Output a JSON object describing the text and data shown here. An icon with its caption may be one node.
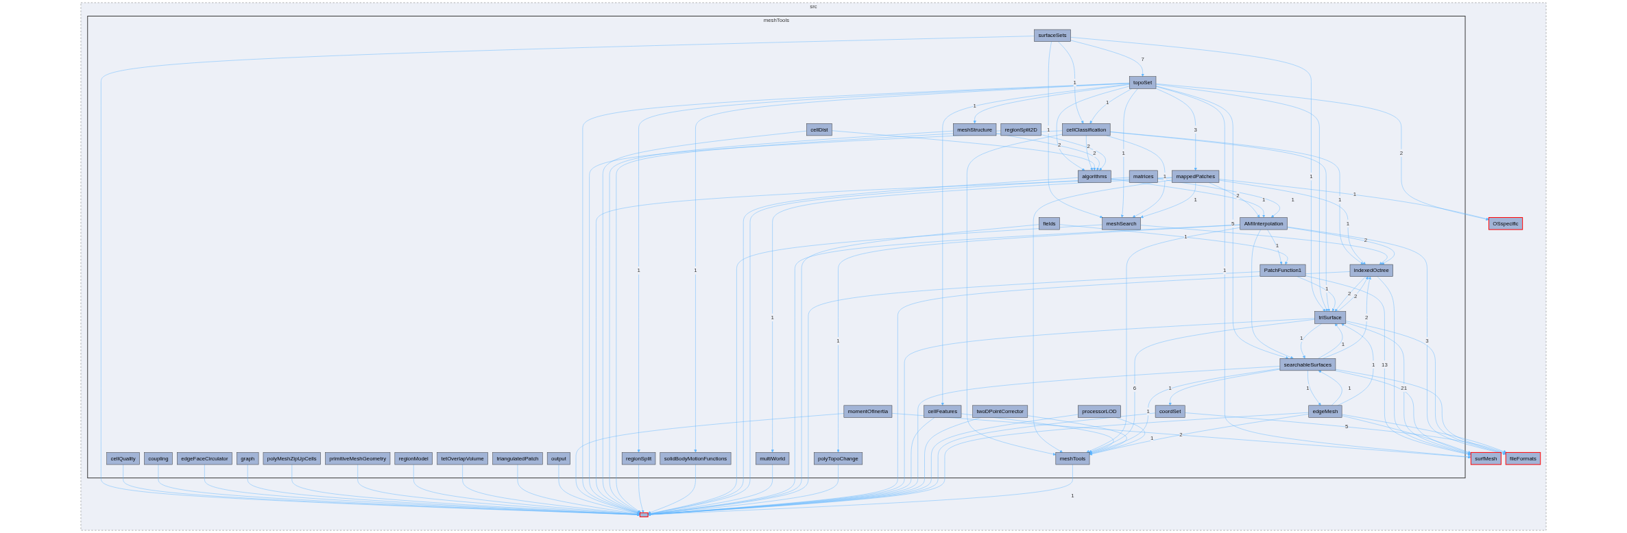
{
  "diagram": {
    "nodes": [
      {
        "text": [
          "src"
        ]
      },
      {
        "text": [
          "meshTools"
        ],
        "in": 0
      },
      {
        "text": [
          "surfaceSets"
        ],
        "in": 1
      },
      {
        "text": [
          "cellQuality"
        ],
        "in": 1
      },
      {
        "text": [
          "coupling"
        ],
        "in": 1
      },
      {
        "text": [
          "edgeFaceCirculator"
        ],
        "in": 1
      },
      {
        "text": [
          "graph"
        ],
        "in": 1
      },
      {
        "text": [
          "polyMeshZipUpCells"
        ],
        "in": 1
      },
      {
        "text": [
          "primitiveMeshGeometry"
        ],
        "in": 1
      },
      {
        "text": [
          "regionModel"
        ],
        "in": 1
      },
      {
        "text": [
          "tetOverlapVolume"
        ],
        "in": 1
      },
      {
        "text": [
          "triangulatedPatch"
        ],
        "in": 1
      },
      {
        "text": [
          "output"
        ],
        "in": 1
      },
      {
        "text": [
          "momentOfInertia"
        ],
        "in": 1
      },
      {
        "text": [
          "topoSet"
        ],
        "in": 1
      },
      {
        "text": [
          "cellClassification"
        ],
        "in": 1
      },
      {
        "text": [
          "mappedPatches"
        ],
        "in": 1
      },
      {
        "text": [
          "cellDist"
        ],
        "in": 1
      },
      {
        "text": [
          "meshStructure"
        ],
        "in": 1
      },
      {
        "text": [
          "regionSplit2D"
        ],
        "in": 1
      },
      {
        "text": [
          "regionSplit"
        ],
        "in": 1
      },
      {
        "text": [
          "solidBodyMotionFunctions"
        ],
        "in": 1
      },
      {
        "text": [
          "meshSearch"
        ],
        "in": 1
      },
      {
        "text": [
          "algorithms"
        ],
        "in": 1
      },
      {
        "text": [
          "matrices"
        ],
        "in": 1
      },
      {
        "text": [
          "multiWorld"
        ],
        "in": 1
      },
      {
        "text": [
          "AMIInterpolation"
        ],
        "in": 1
      },
      {
        "text": [
          "fields"
        ],
        "in": 1
      },
      {
        "text": [
          "PatchFunction1"
        ],
        "in": 1
      },
      {
        "text": [
          "polyTopoChange"
        ],
        "in": 1
      },
      {
        "text": [
          "indexedOctree"
        ],
        "in": 1
      },
      {
        "text": [
          "triSurface"
        ],
        "in": 1
      },
      {
        "text": [
          "cellFeatures"
        ],
        "in": 1
      },
      {
        "text": [
          "searchableSurfaces"
        ],
        "in": 1
      },
      {
        "text": [
          "twoDPointCorrector"
        ],
        "in": 1
      },
      {
        "text": [
          "processorLOD"
        ],
        "in": 1
      },
      {
        "text": [
          "coordSet"
        ],
        "in": 1
      },
      {
        "text": [
          "edgeMesh"
        ],
        "in": 1
      },
      {
        "text": [
          "meshTools"
        ],
        "in": 1
      },
      {
        "text": [
          "OSspecific"
        ],
        "in": 0
      },
      {
        "text": [],
        "shape": "box",
        "in": 0
      },
      {
        "text": [
          "fileFormats"
        ],
        "in": 0
      },
      {
        "text": [
          "surfMesh"
        ],
        "in": 0
      }
    ],
    "edges": [
      {
        "from": 2,
        "to": 14,
        "arrow": "to",
        "label": "7"
      },
      {
        "from": 2,
        "to": 15,
        "arrow": "to",
        "label": "1"
      },
      {
        "from": 2,
        "to": 22,
        "arrow": "to",
        "label": "1"
      },
      {
        "from": 2,
        "to": 31,
        "arrow": "to",
        "label": "1"
      },
      {
        "from": 2,
        "to": 40,
        "arrow": "to"
      },
      {
        "from": 3,
        "to": 40,
        "arrow": "to"
      },
      {
        "from": 4,
        "to": 40,
        "arrow": "to"
      },
      {
        "from": 5,
        "to": 40,
        "arrow": "to"
      },
      {
        "from": 6,
        "to": 40,
        "arrow": "to"
      },
      {
        "from": 7,
        "to": 40,
        "arrow": "to"
      },
      {
        "from": 8,
        "to": 40,
        "arrow": "to"
      },
      {
        "from": 9,
        "to": 40,
        "arrow": "to"
      },
      {
        "from": 10,
        "to": 40,
        "arrow": "to"
      },
      {
        "from": 11,
        "to": 40,
        "arrow": "to"
      },
      {
        "from": 12,
        "to": 40,
        "arrow": "to"
      },
      {
        "from": 13,
        "to": 40,
        "arrow": "to"
      },
      {
        "from": 13,
        "to": 42,
        "arrow": "to",
        "label": "2"
      },
      {
        "from": 14,
        "to": 15,
        "arrow": "to",
        "label": "1"
      },
      {
        "from": 14,
        "to": 16,
        "arrow": "to",
        "label": "3"
      },
      {
        "from": 14,
        "to": 18,
        "arrow": "to",
        "label": "1"
      },
      {
        "from": 14,
        "to": 22,
        "arrow": "to",
        "label": "1"
      },
      {
        "from": 14,
        "to": 23,
        "arrow": "to"
      },
      {
        "from": 14,
        "to": 20,
        "arrow": "to",
        "label": "1"
      },
      {
        "from": 14,
        "to": 21,
        "arrow": "to",
        "label": "1"
      },
      {
        "from": 14,
        "to": 39,
        "arrow": "to",
        "label": "2"
      },
      {
        "from": 14,
        "to": 31,
        "arrow": "to"
      },
      {
        "from": 14,
        "to": 33,
        "arrow": "to",
        "label": "5"
      },
      {
        "from": 14,
        "to": 32,
        "arrow": "to"
      },
      {
        "from": 14,
        "to": 40,
        "arrow": "to"
      },
      {
        "from": 14,
        "to": 42,
        "arrow": "to",
        "label": "1"
      },
      {
        "from": 15,
        "to": 22,
        "arrow": "to",
        "label": "1"
      },
      {
        "from": 15,
        "to": 30,
        "arrow": "to",
        "label": "1"
      },
      {
        "from": 15,
        "to": 31,
        "arrow": "to"
      },
      {
        "from": 15,
        "to": 23,
        "arrow": "to"
      },
      {
        "from": 15,
        "to": 38,
        "arrow": "to"
      },
      {
        "from": 15,
        "to": 40,
        "arrow": "to"
      },
      {
        "from": 16,
        "to": 22,
        "arrow": "to",
        "label": "1"
      },
      {
        "from": 16,
        "to": 26,
        "arrow": "to",
        "label": "2"
      },
      {
        "from": 16,
        "to": 30,
        "arrow": "to",
        "label": "1"
      },
      {
        "from": 16,
        "to": 38,
        "arrow": "to"
      },
      {
        "from": 16,
        "to": 25,
        "arrow": "to",
        "label": "1"
      },
      {
        "from": 16,
        "to": 39,
        "arrow": "to",
        "label": "1"
      },
      {
        "from": 16,
        "to": 40,
        "arrow": "to"
      },
      {
        "from": 17,
        "to": 23,
        "arrow": "to",
        "label": "2"
      },
      {
        "from": 17,
        "to": 40,
        "arrow": "to"
      },
      {
        "from": 18,
        "to": 23,
        "arrow": "to",
        "label": "2"
      },
      {
        "from": 18,
        "to": 40,
        "arrow": "to"
      },
      {
        "from": 19,
        "to": 23,
        "arrow": "to",
        "label": "2"
      },
      {
        "from": 19,
        "to": 40,
        "arrow": "to"
      },
      {
        "from": 20,
        "to": 40,
        "arrow": "to"
      },
      {
        "from": 21,
        "to": 40,
        "arrow": "to"
      },
      {
        "from": 22,
        "to": 30,
        "arrow": "to"
      },
      {
        "from": 22,
        "to": 40,
        "arrow": "to"
      },
      {
        "from": 23,
        "to": 26,
        "arrow": "to",
        "label": "1"
      },
      {
        "from": 23,
        "to": 40,
        "arrow": "to"
      },
      {
        "from": 24,
        "to": 26,
        "arrow": "to",
        "label": "1"
      },
      {
        "from": 24,
        "to": 40,
        "arrow": "to"
      },
      {
        "from": 25,
        "to": 40,
        "arrow": "to"
      },
      {
        "from": 26,
        "to": 30,
        "arrow": "to",
        "label": "2"
      },
      {
        "from": 26,
        "to": 28,
        "arrow": "to",
        "label": "1"
      },
      {
        "from": 26,
        "to": 29,
        "arrow": "to",
        "label": "1"
      },
      {
        "from": 26,
        "to": 33,
        "arrow": "to"
      },
      {
        "from": 26,
        "to": 38,
        "arrow": "to"
      },
      {
        "from": 26,
        "to": 41,
        "arrow": "to",
        "label": "3"
      },
      {
        "from": 26,
        "to": 40,
        "arrow": "to"
      },
      {
        "from": 27,
        "to": 28,
        "arrow": "to",
        "label": "1"
      },
      {
        "from": 27,
        "to": 40,
        "arrow": "to"
      },
      {
        "from": 28,
        "to": 31,
        "arrow": "to",
        "label": "1"
      },
      {
        "from": 28,
        "to": 42,
        "arrow": "to",
        "label": "13"
      },
      {
        "from": 28,
        "to": 40,
        "arrow": "to"
      },
      {
        "from": 29,
        "to": 40,
        "arrow": "to"
      },
      {
        "from": 30,
        "to": 31,
        "arrow": "to",
        "label": "2"
      },
      {
        "from": 30,
        "to": 40,
        "arrow": "to"
      },
      {
        "from": 30,
        "to": 42,
        "arrow": "to"
      },
      {
        "from": 31,
        "to": 30,
        "arrow": "to",
        "label": "2"
      },
      {
        "from": 31,
        "to": 33,
        "arrow": "to",
        "label": "1"
      },
      {
        "from": 31,
        "to": 38,
        "arrow": "to",
        "label": "6"
      },
      {
        "from": 31,
        "to": 41,
        "arrow": "to"
      },
      {
        "from": 31,
        "to": 42,
        "arrow": "to",
        "label": "21"
      },
      {
        "from": 31,
        "to": 40,
        "arrow": "to"
      },
      {
        "from": 32,
        "to": 38,
        "arrow": "to"
      },
      {
        "from": 32,
        "to": 40,
        "arrow": "to"
      },
      {
        "from": 33,
        "to": 31,
        "arrow": "to",
        "label": "1"
      },
      {
        "from": 33,
        "to": 30,
        "arrow": "to",
        "label": "2"
      },
      {
        "from": 33,
        "to": 36,
        "arrow": "to",
        "label": "1"
      },
      {
        "from": 33,
        "to": 37,
        "arrow": "to",
        "label": "1"
      },
      {
        "from": 33,
        "to": 38,
        "arrow": "to",
        "label": "1"
      },
      {
        "from": 33,
        "to": 41,
        "arrow": "to"
      },
      {
        "from": 33,
        "to": 42,
        "arrow": "to"
      },
      {
        "from": 33,
        "to": 40,
        "arrow": "to"
      },
      {
        "from": 34,
        "to": 38,
        "arrow": "to"
      },
      {
        "from": 34,
        "to": 40,
        "arrow": "to"
      },
      {
        "from": 35,
        "to": 38,
        "arrow": "to",
        "label": "1"
      },
      {
        "from": 35,
        "to": 40,
        "arrow": "to"
      },
      {
        "from": 36,
        "to": 41,
        "arrow": "to",
        "label": "5"
      },
      {
        "from": 36,
        "to": 40,
        "arrow": "to"
      },
      {
        "from": 37,
        "to": 33,
        "arrow": "to",
        "label": "1"
      },
      {
        "from": 37,
        "to": 31,
        "arrow": "to",
        "label": "1"
      },
      {
        "from": 37,
        "to": 38,
        "arrow": "to"
      },
      {
        "from": 37,
        "to": 41,
        "arrow": "to"
      },
      {
        "from": 37,
        "to": 42,
        "arrow": "to"
      },
      {
        "from": 37,
        "to": 40,
        "arrow": "to"
      },
      {
        "from": 38,
        "to": 40,
        "arrow": "to",
        "label": "1"
      }
    ]
  }
}
